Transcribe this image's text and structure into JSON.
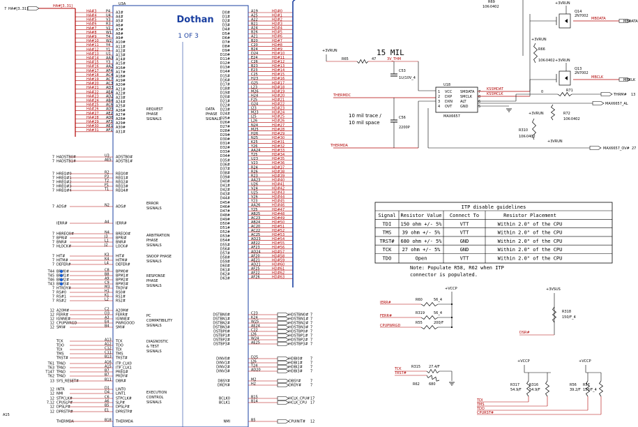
{
  "chip": {
    "ref": "U3A",
    "name": "Dothan",
    "part": "1 OF 3",
    "addr_bus": "HA#[3..31]",
    "addr_bus_ref": "7",
    "addr_pins": [
      {
        "net": "HA#3",
        "ball": "P4",
        "pin": "A3#"
      },
      {
        "net": "HA#4",
        "ball": "U4",
        "pin": "A4#"
      },
      {
        "net": "HA#5",
        "ball": "V3",
        "pin": "A5#"
      },
      {
        "net": "HA#6",
        "ball": "R3",
        "pin": "A6#"
      },
      {
        "net": "HA#7",
        "ball": "V2",
        "pin": "A7#"
      },
      {
        "net": "HA#8",
        "ball": "W1",
        "pin": "A8#"
      },
      {
        "net": "HA#9",
        "ball": "T4",
        "pin": "A9#"
      },
      {
        "net": "HA#10",
        "ball": "W2",
        "pin": "A10#"
      },
      {
        "net": "HA#11",
        "ball": "Y4",
        "pin": "A11#"
      },
      {
        "net": "HA#12",
        "ball": "Y1",
        "pin": "A12#"
      },
      {
        "net": "HA#13",
        "ball": "U1",
        "pin": "A13#"
      },
      {
        "net": "HA#14",
        "ball": "AA3",
        "pin": "A14#"
      },
      {
        "net": "HA#15",
        "ball": "Y3",
        "pin": "A15#"
      },
      {
        "net": "HA#16",
        "ball": "AA2",
        "pin": "A16#"
      },
      {
        "net": "HA#17",
        "ball": "AF4",
        "pin": "A17#"
      },
      {
        "net": "HA#18",
        "ball": "AC4",
        "pin": "A18#"
      },
      {
        "net": "HA#19",
        "ball": "AC7",
        "pin": "A19#"
      },
      {
        "net": "HA#20",
        "ball": "AC3",
        "pin": "A20#"
      },
      {
        "net": "HA#21",
        "ball": "AD3",
        "pin": "A21#"
      },
      {
        "net": "HA#22",
        "ball": "AE4",
        "pin": "A22#"
      },
      {
        "net": "HA#23",
        "ball": "AD2",
        "pin": "A23#"
      },
      {
        "net": "HA#24",
        "ball": "AB4",
        "pin": "A24#"
      },
      {
        "net": "HA#25",
        "ball": "AC6",
        "pin": "A25#"
      },
      {
        "net": "HA#26",
        "ball": "AD5",
        "pin": "A26#"
      },
      {
        "net": "HA#27",
        "ball": "AE2",
        "pin": "A27#"
      },
      {
        "net": "HA#28",
        "ball": "AD6",
        "pin": "A28#"
      },
      {
        "net": "HA#29",
        "ball": "AF3",
        "pin": "A29#"
      },
      {
        "net": "HA#30",
        "ball": "AE1",
        "pin": "A30#"
      },
      {
        "net": "HA#31",
        "ball": "AF1",
        "pin": "A31#"
      }
    ],
    "data_pins": [
      {
        "pin": "D0#",
        "ball": "A19",
        "net": "HD#0"
      },
      {
        "pin": "D1#",
        "ball": "A25",
        "net": "HD#1"
      },
      {
        "pin": "D2#",
        "ball": "A22",
        "net": "HD#2"
      },
      {
        "pin": "D3#",
        "ball": "B21",
        "net": "HD#3"
      },
      {
        "pin": "D4#",
        "ball": "A24",
        "net": "HD#4"
      },
      {
        "pin": "D5#",
        "ball": "B26",
        "net": "HD#5"
      },
      {
        "pin": "D6#",
        "ball": "A21",
        "net": "HD#6"
      },
      {
        "pin": "D7#",
        "ball": "B20",
        "net": "HD#7"
      },
      {
        "pin": "D8#",
        "ball": "C20",
        "net": "HD#8"
      },
      {
        "pin": "D9#",
        "ball": "B24",
        "net": "HD#9"
      },
      {
        "pin": "D10#",
        "ball": "D24",
        "net": "HD#10"
      },
      {
        "pin": "D11#",
        "ball": "E24",
        "net": "HD#11"
      },
      {
        "pin": "D12#",
        "ball": "C26",
        "net": "HD#12"
      },
      {
        "pin": "D13#",
        "ball": "B23",
        "net": "HD#13"
      },
      {
        "pin": "D14#",
        "ball": "E23",
        "net": "HD#14"
      },
      {
        "pin": "D15#",
        "ball": "C25",
        "net": "HD#15"
      },
      {
        "pin": "D16#",
        "ball": "H23",
        "net": "HD#16"
      },
      {
        "pin": "D17#",
        "ball": "G25",
        "net": "HD#17"
      },
      {
        "pin": "D18#",
        "ball": "L23",
        "net": "HD#18"
      },
      {
        "pin": "D19#",
        "ball": "M26",
        "net": "HD#19"
      },
      {
        "pin": "D20#",
        "ball": "H24",
        "net": "HD#20"
      },
      {
        "pin": "D21#",
        "ball": "F25",
        "net": "HD#21"
      },
      {
        "pin": "D22#",
        "ball": "G24",
        "net": "HD#22"
      },
      {
        "pin": "D23#",
        "ball": "J23",
        "net": "HD#23"
      },
      {
        "pin": "D24#",
        "ball": "M23",
        "net": "HD#24"
      },
      {
        "pin": "D25#",
        "ball": "J25",
        "net": "HD#25"
      },
      {
        "pin": "D26#",
        "ball": "L26",
        "net": "HD#26"
      },
      {
        "pin": "D27#",
        "ball": "N24",
        "net": "HD#27"
      },
      {
        "pin": "D28#",
        "ball": "M25",
        "net": "HD#28"
      },
      {
        "pin": "D29#",
        "ball": "H26",
        "net": "HD#29"
      },
      {
        "pin": "D30#",
        "ball": "N25",
        "net": "HD#30"
      },
      {
        "pin": "D31#",
        "ball": "K25",
        "net": "HD#31"
      },
      {
        "pin": "D32#",
        "ball": "Y26",
        "net": "HD#32"
      },
      {
        "pin": "D33#",
        "ball": "AA24",
        "net": "HD#33"
      },
      {
        "pin": "D34#",
        "ball": "T25",
        "net": "HD#34"
      },
      {
        "pin": "D35#",
        "ball": "U23",
        "net": "HD#35"
      },
      {
        "pin": "D36#",
        "ball": "V23",
        "net": "HD#36"
      },
      {
        "pin": "D37#",
        "ball": "R24",
        "net": "HD#37"
      },
      {
        "pin": "D38#",
        "ball": "R26",
        "net": "HD#38"
      },
      {
        "pin": "D39#",
        "ball": "R23",
        "net": "HD#39"
      },
      {
        "pin": "D40#",
        "ball": "AA23",
        "net": "HD#40"
      },
      {
        "pin": "D41#",
        "ball": "U26",
        "net": "HD#41"
      },
      {
        "pin": "D42#",
        "ball": "V24",
        "net": "HD#42"
      },
      {
        "pin": "D43#",
        "ball": "U25",
        "net": "HD#43"
      },
      {
        "pin": "D44#",
        "ball": "V26",
        "net": "HD#44"
      },
      {
        "pin": "D45#",
        "ball": "Y23",
        "net": "HD#45"
      },
      {
        "pin": "D46#",
        "ball": "AA26",
        "net": "HD#46"
      },
      {
        "pin": "D47#",
        "ball": "Y25",
        "net": "HD#47"
      },
      {
        "pin": "D48#",
        "ball": "AB25",
        "net": "HD#48"
      },
      {
        "pin": "D49#",
        "ball": "AC23",
        "net": "HD#49"
      },
      {
        "pin": "D50#",
        "ball": "AB24",
        "net": "HD#50"
      },
      {
        "pin": "D51#",
        "ball": "AC20",
        "net": "HD#51"
      },
      {
        "pin": "D52#",
        "ball": "AC22",
        "net": "HD#52"
      },
      {
        "pin": "D53#",
        "ball": "AC25",
        "net": "HD#53"
      },
      {
        "pin": "D54#",
        "ball": "AD23",
        "net": "HD#54"
      },
      {
        "pin": "D55#",
        "ball": "AE22",
        "net": "HD#55"
      },
      {
        "pin": "D56#",
        "ball": "AF23",
        "net": "HD#56"
      },
      {
        "pin": "D57#",
        "ball": "AD24",
        "net": "HD#57"
      },
      {
        "pin": "D58#",
        "ball": "AF20",
        "net": "HD#58"
      },
      {
        "pin": "D59#",
        "ball": "AE21",
        "net": "HD#59"
      },
      {
        "pin": "D60#",
        "ball": "AD21",
        "net": "HD#60"
      },
      {
        "pin": "D61#",
        "ball": "AF25",
        "net": "HD#61"
      },
      {
        "pin": "D62#",
        "ball": "AF22",
        "net": "HD#62"
      },
      {
        "pin": "D63#",
        "ball": "AF26",
        "net": "HD#63"
      }
    ],
    "group_labels": {
      "request": [
        "REQUEST",
        "PHASE",
        "SIGNALS"
      ],
      "data": [
        "DATA",
        "PHASE",
        "SIGNALS"
      ],
      "error": [
        "ERROR",
        "SIGNALS"
      ],
      "arbitration": [
        "ARBITRATION",
        "PHASE",
        "SIGNALS"
      ],
      "snoop": [
        "SNOOP PHASE",
        "SIGNALS"
      ],
      "response": [
        "RESPONSE",
        "PHASE",
        "SIGNALS"
      ],
      "pc": [
        "PC",
        "COMPATIBILITY",
        "SIGNALS"
      ],
      "diag": [
        "DIAGNOSTIC",
        "& TEST",
        "SIGNALS"
      ],
      "exec": [
        "EXECUTION",
        "CONTROL",
        "SIGNALS"
      ]
    },
    "left_lower": [
      {
        "ref": "7",
        "net": "HADSTB0#",
        "ball": "U3",
        "pin": "ADSTB0#"
      },
      {
        "ref": "7",
        "net": "HADSTB1#",
        "ball": "AE5",
        "pin": "ADSTB1#"
      },
      {
        "ref": "7",
        "net": "HREQ#0",
        "ball": "R2",
        "pin": "REQ0#"
      },
      {
        "ref": "7",
        "net": "HREQ#1",
        "ball": "P3",
        "pin": "REQ1#"
      },
      {
        "ref": "7",
        "net": "HREQ#2",
        "ball": "T2",
        "pin": "REQ2#"
      },
      {
        "ref": "7",
        "net": "HREQ#3",
        "ball": "P1",
        "pin": "REQ3#"
      },
      {
        "ref": "7",
        "net": "HREQ#4",
        "ball": "T1",
        "pin": "REQ4#"
      },
      {
        "ref": "7",
        "net": "ADS#",
        "ball": "N2",
        "pin": "ADS#"
      },
      {
        "ref": "",
        "net": "IERR#",
        "ball": "A4",
        "pin": "IERR#"
      },
      {
        "ref": "7",
        "net": "HBREQ0#",
        "ball": "N4",
        "pin": "BREQ0#"
      },
      {
        "ref": "7",
        "net": "BPRI#",
        "ball": "J3",
        "pin": "BPRI#"
      },
      {
        "ref": "7",
        "net": "BNR#",
        "ball": "L1",
        "pin": "BNR#"
      },
      {
        "ref": "7",
        "net": "HLOCK#",
        "ball": "J2",
        "pin": "LOCK#"
      },
      {
        "ref": "7",
        "net": "HIT#",
        "ball": "K3",
        "pin": "HIT#"
      },
      {
        "ref": "7",
        "net": "HITM#",
        "ball": "K4",
        "pin": "HITM#"
      },
      {
        "ref": "7",
        "net": "DEFER#",
        "ball": "L4",
        "pin": "DEFER#"
      },
      {
        "ref": "T44",
        "net": "BPM0#",
        "ball": "C8",
        "pin": "BPM0#"
      },
      {
        "ref": "T45",
        "net": "BPM1#",
        "ball": "B8",
        "pin": "BPM1#"
      },
      {
        "ref": "T46",
        "net": "BPM2#",
        "ball": "A9",
        "pin": "BPM2#"
      },
      {
        "ref": "T43",
        "net": "BPM3#",
        "ball": "C9",
        "pin": "BPM3#"
      },
      {
        "ref": "7",
        "net": "HTRDY#",
        "ball": "M3",
        "pin": "TRDY#"
      },
      {
        "ref": "7",
        "net": "RS#0",
        "ball": "H1",
        "pin": "RS0#"
      },
      {
        "ref": "7",
        "net": "RS#1",
        "ball": "K1",
        "pin": "RS1#"
      },
      {
        "ref": "7",
        "net": "RS#2",
        "ball": "L2",
        "pin": "RS2#"
      },
      {
        "ref": "12",
        "net": "A20M#",
        "ball": "C2",
        "pin": "A20M#"
      },
      {
        "ref": "12",
        "net": "FERR#",
        "ball": "D3",
        "pin": "FERR#"
      },
      {
        "ref": "12",
        "net": "IGNNE#",
        "ball": "A3",
        "pin": "IGNNE#"
      },
      {
        "ref": "12",
        "net": "CPUPWRGD",
        "ball": "E4",
        "pin": "PWRGOOD"
      },
      {
        "ref": "12",
        "net": "SMI#",
        "ball": "B4",
        "pin": "SMI#"
      },
      {
        "ref": "",
        "net": "TCK",
        "ball": "A13",
        "pin": "TCK"
      },
      {
        "ref": "",
        "net": "TDO",
        "ball": "A12",
        "pin": "TDO"
      },
      {
        "ref": "",
        "net": "TDI",
        "ball": "C12",
        "pin": "TDI"
      },
      {
        "ref": "",
        "net": "TMS",
        "ball": "C11",
        "pin": "TMS"
      },
      {
        "ref": "",
        "net": "TRST#",
        "ball": "B13",
        "pin": "TRST#"
      },
      {
        "ref": "T61",
        "net": "TPAD",
        "ball": "A16",
        "pin": "ITP_CLK0"
      },
      {
        "ref": "T63",
        "net": "TPAD",
        "ball": "A15",
        "pin": "ITP_CLK1"
      },
      {
        "ref": "T147",
        "net": "TPAD",
        "ball": "B7",
        "pin": "PREQ#"
      },
      {
        "ref": "T62",
        "net": "TPAD",
        "ball": "B7",
        "pin": "PRDY#"
      },
      {
        "ref": "13",
        "net": "SYS_RESET#",
        "ball": "B11",
        "pin": "DBR#"
      },
      {
        "ref": "12",
        "net": "INTR",
        "ball": "D1",
        "pin": "LINT0"
      },
      {
        "ref": "12",
        "net": "NMI",
        "ball": "D4",
        "pin": "LINT1"
      },
      {
        "ref": "12",
        "net": "STPCLK#",
        "ball": "C6",
        "pin": "STPCLK#"
      },
      {
        "ref": "7,12",
        "net": "CPUSLP#",
        "ball": "A6",
        "pin": "SLP#"
      },
      {
        "ref": "12",
        "net": "DPSLP#",
        "ball": "B5",
        "pin": "DPSLP#"
      },
      {
        "ref": "12",
        "net": "DPRSTP#",
        "ball": "E1",
        "pin": "DPRSTP#"
      },
      {
        "ref": "",
        "net": "THERMDA",
        "ball": "B18",
        "pin": "THERMDA"
      }
    ],
    "right_lower": [
      {
        "pin": "DSTBN0#",
        "ball": "C23",
        "net": "HDSTBN0#",
        "ref": "7"
      },
      {
        "pin": "DSTBN1#",
        "ball": "K24",
        "net": "HDSTBN1#",
        "ref": "7"
      },
      {
        "pin": "DSTBN2#",
        "ball": "W25",
        "net": "HDSTBN2#",
        "ref": "7"
      },
      {
        "pin": "DSTBN3#",
        "ball": "AE24",
        "net": "HDSTBN3#",
        "ref": "7"
      },
      {
        "pin": "DSTBP0#",
        "ball": "C22",
        "net": "HDSTBP0#",
        "ref": "7"
      },
      {
        "pin": "DSTBP1#",
        "ball": "J26",
        "net": "HDSTBP1#",
        "ref": "7"
      },
      {
        "pin": "DSTBP2#",
        "ball": "W24",
        "net": "HDSTBP2#",
        "ref": "7"
      },
      {
        "pin": "DSTBP3#",
        "ball": "AE25",
        "net": "HDSTBP3#",
        "ref": "7"
      },
      {
        "pin": "DINV0#",
        "ball": "D25",
        "net": "HDBI0#",
        "ref": "7"
      },
      {
        "pin": "DINV1#",
        "ball": "J26",
        "net": "HDBI1#",
        "ref": "7"
      },
      {
        "pin": "DINV2#",
        "ball": "T24",
        "net": "HDBI2#",
        "ref": "7"
      },
      {
        "pin": "DINV3#",
        "ball": "AD20",
        "net": "HDBI3#",
        "ref": "7"
      },
      {
        "pin": "DBSY#",
        "ball": "M2",
        "net": "DBSY#",
        "ref": "7"
      },
      {
        "pin": "DRDY#",
        "ball": "H2",
        "net": "DRDY#",
        "ref": "7"
      },
      {
        "pin": "BCLK0",
        "ball": "B15",
        "net": "HCLK_CPU#",
        "ref": "17"
      },
      {
        "pin": "BCLK1",
        "ball": "B14",
        "net": "HCLK_CPU",
        "ref": "17"
      },
      {
        "pin": "NMI",
        "ball": "B5",
        "net": "CPUINIT#",
        "ref": "12"
      }
    ]
  },
  "thermal": {
    "label_15mil": "15 MIL",
    "net_3vthm": "3V_THM",
    "vrun": "+3VRUN",
    "r65": "R65",
    "r65_val": "47",
    "c53": "C53",
    "c53_val": "1U/10V_4",
    "c56": "C56",
    "c56_val": "2200P",
    "trace_note1": "10 mil trace /",
    "trace_note2": "10 mil space",
    "thermdc": "THERMDC",
    "thermda": "THERMDA",
    "u18": "U18",
    "u18_part": "MAX6657",
    "u18_pins_left": [
      "VCC",
      "DXP",
      "DXN",
      "OVT"
    ],
    "u18_pins_right": [
      "SMDATA",
      "SMCLK",
      "ALT",
      "GND"
    ],
    "u18_nums_left": [
      "1",
      "2",
      "3",
      "4"
    ],
    "u18_nums_right": [
      "7",
      "8",
      "6",
      "5"
    ],
    "smdat": "KSSMDAT",
    "smclk": "KSSMCLK",
    "q14": "Q14",
    "q14_part": "2N7002",
    "q13": "Q13",
    "q13_part": "2N7002",
    "mbdata": "MBDATA",
    "mbclk": "MBCLK",
    "r69_val": "10K-0402",
    "r66": "R66",
    "r66_val": "10K-0402",
    "r71": "R71",
    "r71_val": "0",
    "therm_out": "THRM#",
    "therm_ref": "13",
    "max_alert": "MAX6657_AL",
    "r72": "R72",
    "r72_val": "10K-0402",
    "r310": "R310",
    "r310_val": "10K-0402",
    "max_ov": "MAX6657_OV#",
    "max_ov_ref": "27"
  },
  "itp_table": {
    "title": "ITP disable guidelines",
    "headers": [
      "Signal",
      "Resistor Value",
      "Connect To",
      "Resistor Placement"
    ],
    "rows": [
      [
        "TDI",
        "150 ohm +/- 5%",
        "VTT",
        "Within 2.0\" of the CPU"
      ],
      [
        "TMS",
        "39 ohm +/- 5%",
        "VTT",
        "Within 2.0\" of the CPU"
      ],
      [
        "TRST#",
        "680 ohm +/- 5%",
        "GND",
        "Within 2.0\" of the CPU"
      ],
      [
        "TCK",
        "27 ohm +/- 5%",
        "GND",
        "Within 2.0\" of the CPU"
      ],
      [
        "TDO",
        "Open",
        "VTT",
        "Within 2.0\" of the CPU"
      ]
    ],
    "note1": "Note: Populate R58, R62 when ITP",
    "note2": "connector is populated."
  },
  "bottom": {
    "vccp": "+VCCP",
    "v3sus": "+3VSUS",
    "ierr": "IERR#",
    "fepr": "FERR#",
    "cpupwrgd": "CPUPWRGD",
    "r60": "R60",
    "r60_val": "56_4",
    "r319": "R319",
    "r319_val": "56_4",
    "r55": "R55",
    "r55_val": "200/F",
    "r318": "R318",
    "r318_val": "150/F_4",
    "dsr": "DSR#",
    "tck": "TCK",
    "trst": "TRST#",
    "r315": "R315",
    "r315_val": "27.4/F",
    "r62": "R62",
    "r62_val": "680",
    "r317": "R317",
    "r317_val": "54.9/F",
    "r316": "R316",
    "r316_val": "54.9/F",
    "r56": "R56",
    "r56_val": "39.2/F",
    "r57": "R57",
    "r57_val": "150/F_4",
    "jtag": [
      "TDI",
      "TMS",
      "TDO",
      "CPURST#"
    ],
    "a15": "A15"
  },
  "colors": {
    "wire": "#b00000",
    "chip": "#1a3fa0",
    "port": "#1a3fa0"
  }
}
